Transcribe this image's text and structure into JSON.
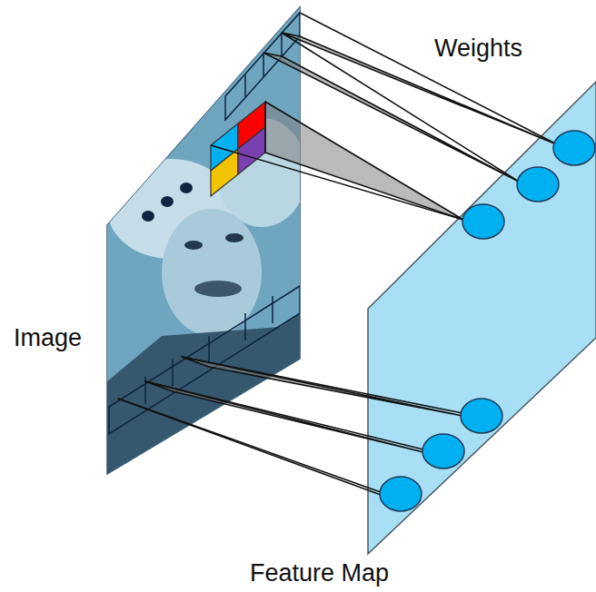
{
  "diagram": {
    "nodes": [
      {
        "text": [
          "Image"
        ]
      },
      {
        "text": [
          "Feature Map"
        ]
      }
    ],
    "labels": [
      "Weights"
    ]
  }
}
